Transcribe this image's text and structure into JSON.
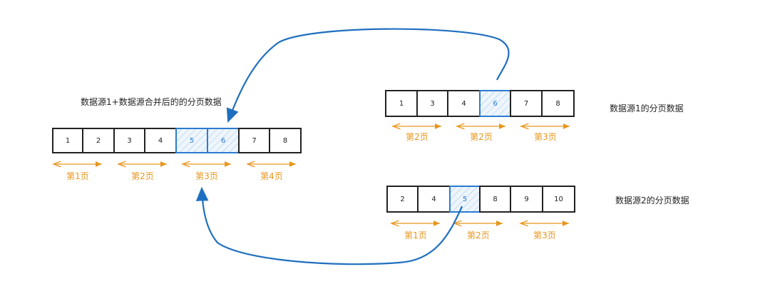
{
  "merged": {
    "title": "数据源1+数据源合并后的的分页数据",
    "items": [
      "1",
      "2",
      "3",
      "4",
      "5",
      "6",
      "7",
      "8"
    ],
    "highlighted": [
      4,
      5
    ],
    "pages": [
      "第1页",
      "第2页",
      "第3页",
      "第4页"
    ]
  },
  "source1": {
    "title": "数据源1的分页数据",
    "items": [
      "1",
      "3",
      "4",
      "6",
      "7",
      "8"
    ],
    "highlighted": [
      3
    ],
    "pages": [
      "第2页",
      "第2页",
      "第3页"
    ]
  },
  "source2": {
    "title": "数据源2的分页数据",
    "items": [
      "2",
      "4",
      "5",
      "8",
      "9",
      "10"
    ],
    "highlighted": [
      2
    ],
    "pages": [
      "第1页",
      "第2页",
      "第3页"
    ]
  },
  "colors": {
    "highlight": "#2b7bd0",
    "page_arrow": "#e8961e",
    "flow": "#1f6fbf"
  }
}
